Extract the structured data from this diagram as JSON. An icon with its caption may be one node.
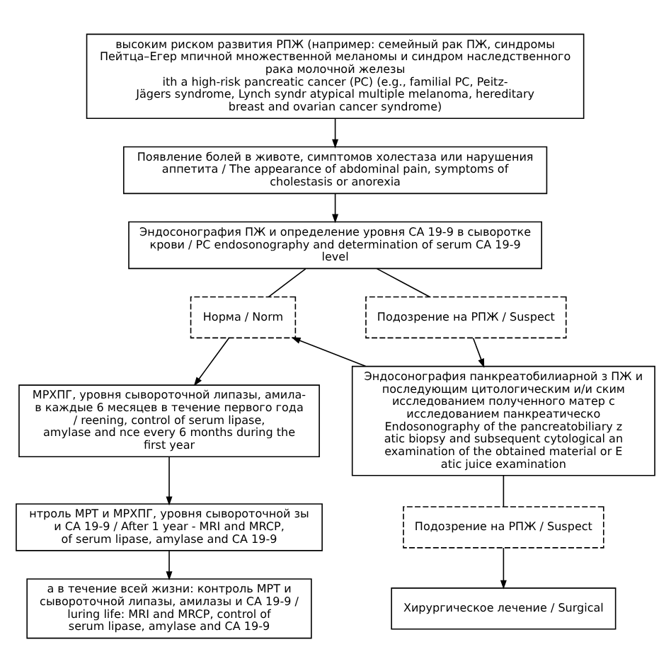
{
  "diagram": {
    "nodes": [
      {
        "text": [
          "высоким риском развития РПЖ (например: семейный рак ПЖ, синдромы Пейтца–Егер мпичной множественной меланомы и синдром наследственного рака молочной железы",
          "ith a high-risk pancreatic cancer (PC) (e.g., familial PC, Peitz-Jägers syndrome, Lynch syndr atypical multiple melanoma, hereditary breast and ovarian cancer syndrome)"
        ]
      },
      {
        "text": [
          "Появление болей в животе, симптомов холестаза или нарушения аппетита / The appearance of abdominal pain, symptoms of cholestasis or anorexia"
        ]
      },
      {
        "text": [
          "Эндосонография ПЖ и определение уровня CA 19-9 в сыворотке крови / PC endosonography and determination of serum CA 19-9 level"
        ]
      },
      {
        "text": [
          "Норма / Norm"
        ]
      },
      {
        "text": [
          "Подозрение на РПЖ / Suspect"
        ]
      },
      {
        "text": [
          "МРХПГ, уровня сывороточной липазы, амила- в каждые 6 месяцев в течение первого года / reening, control of serum lipase, amylase and nce every 6 months during the first year"
        ]
      },
      {
        "text": [
          "нтроль МРТ и МРХПГ, уровня сывороточной зы и CA 19-9 / After 1 year - MRI and MRCP, of serum lipase, amylase and CA 19-9"
        ]
      },
      {
        "text": [
          "а в течение всей жизни: контроль МРТ и сывороточной липазы, амилазы и CA 19-9 / luring life: MRI and MRCP, control of serum lipase, amylase and CA 19-9"
        ]
      },
      {
        "text": [
          "Эндосонография панкреатобилиарной з ПЖ и последующим цитологическим и/и ским исследованием полученного матер с исследованием панкреатическо Endosonography of the pancreatobiliary z atic biopsy and subsequent cytological an examination of the obtained material or E atic juice examination"
        ]
      },
      {
        "text": [
          "Подозрение на РПЖ / Suspect"
        ]
      },
      {
        "text": [
          "Хирургическое лечение / Surgical"
        ]
      }
    ],
    "edges": [
      {
        "from": 0,
        "to": 1,
        "arrow": "to"
      },
      {
        "from": 1,
        "to": 2,
        "arrow": "to"
      },
      {
        "from": 2,
        "to": 3,
        "arrow": "none"
      },
      {
        "from": 2,
        "to": 4,
        "arrow": "none"
      },
      {
        "from": 3,
        "to": 5,
        "arrow": "to"
      },
      {
        "from": 5,
        "to": 6,
        "arrow": "to"
      },
      {
        "from": 6,
        "to": 7,
        "arrow": "to"
      },
      {
        "from": 4,
        "to": 8,
        "arrow": "to"
      },
      {
        "from": 8,
        "to": 3,
        "arrow": "to"
      },
      {
        "from": 8,
        "to": 9,
        "arrow": "none"
      },
      {
        "from": 9,
        "to": 10,
        "arrow": "to"
      }
    ]
  }
}
